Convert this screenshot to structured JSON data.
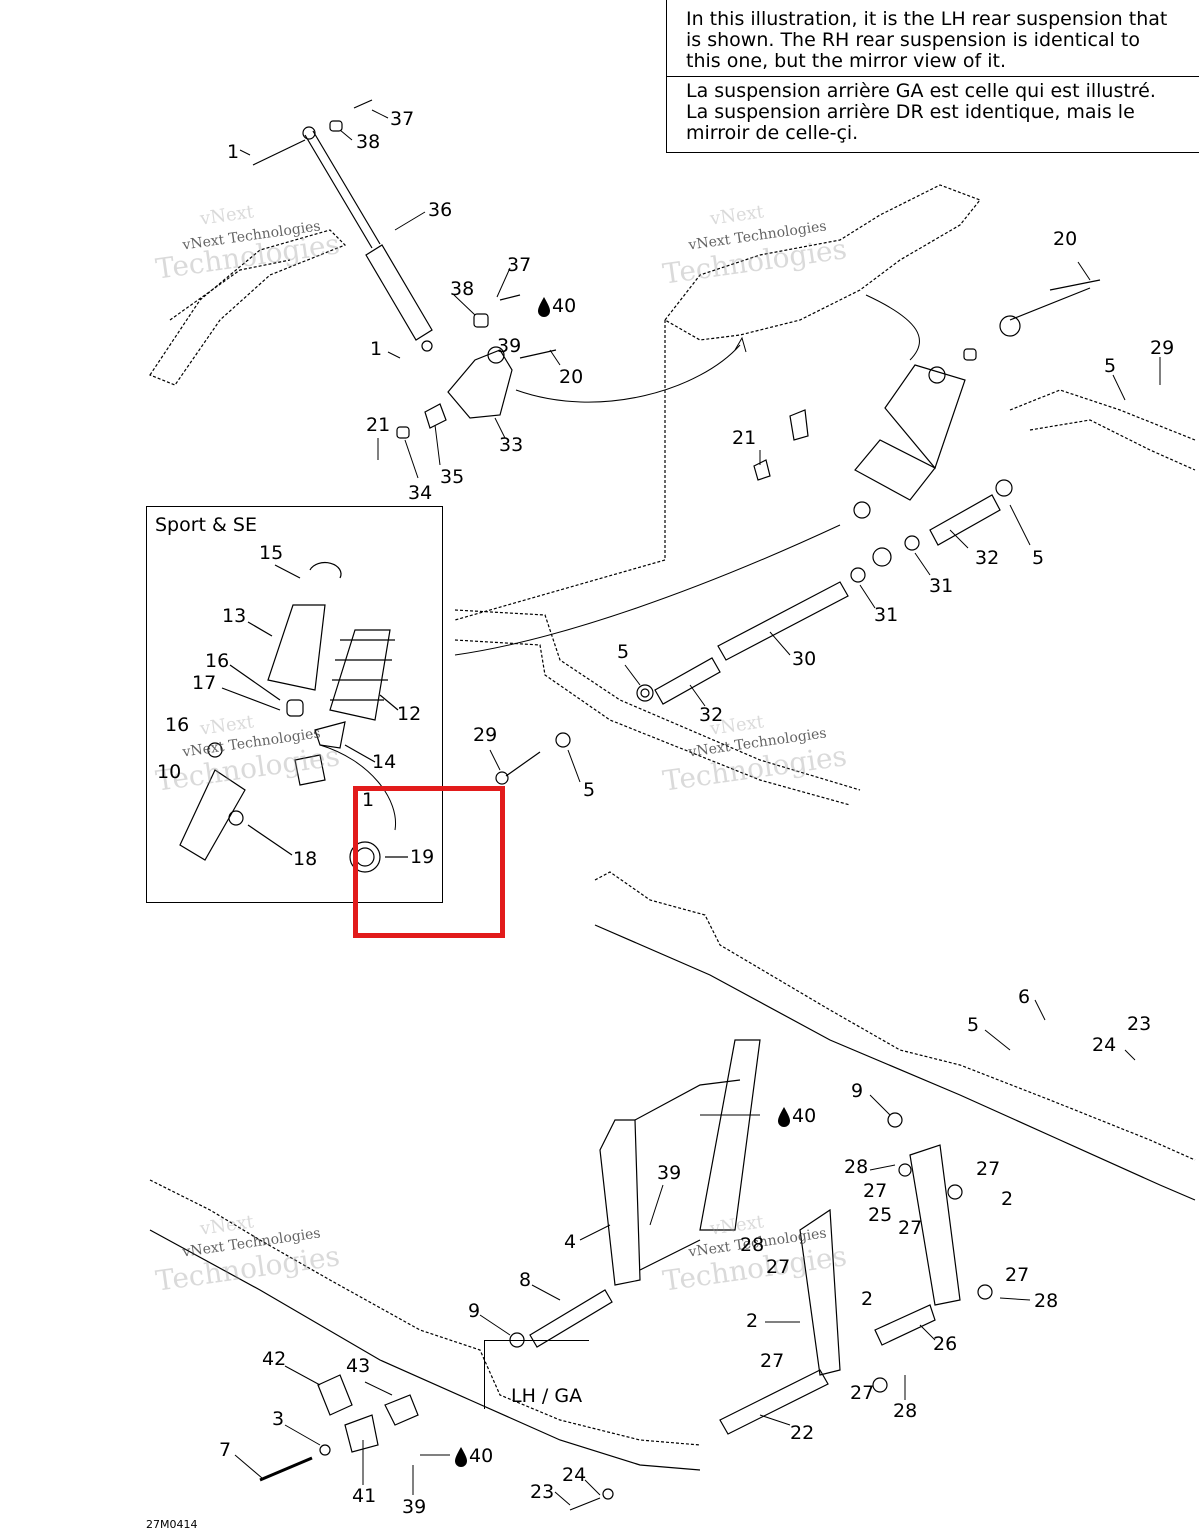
{
  "note": {
    "english": "In this illustration, it is the LH rear suspension that\nis shown. The RH rear suspension is identical to\nthis one, but the mirror view of it.",
    "french": "La suspension arrière GA est celle qui est illustré.\nLa suspension arrière DR est identique, mais le\nmirroir de celle-çi."
  },
  "inset": {
    "title": "Sport & SE",
    "lh_ga": "LH / GA"
  },
  "watermark": {
    "line1": "vNext",
    "line2": "vNext Technologies",
    "line3": "Technologies"
  },
  "reference_code": "27M0414",
  "callouts": [
    {
      "id": "c37a",
      "text": "37"
    },
    {
      "id": "c38a",
      "text": "38"
    },
    {
      "id": "c1a",
      "text": "1"
    },
    {
      "id": "c36",
      "text": "36"
    },
    {
      "id": "c37b",
      "text": "37"
    },
    {
      "id": "c38b",
      "text": "38"
    },
    {
      "id": "c40a",
      "text": "40"
    },
    {
      "id": "c1b",
      "text": "1"
    },
    {
      "id": "c39a",
      "text": "39"
    },
    {
      "id": "c20a",
      "text": "20"
    },
    {
      "id": "c21a",
      "text": "21"
    },
    {
      "id": "c33",
      "text": "33"
    },
    {
      "id": "c35",
      "text": "35"
    },
    {
      "id": "c34",
      "text": "34"
    },
    {
      "id": "c20b",
      "text": "20"
    },
    {
      "id": "c29a",
      "text": "29"
    },
    {
      "id": "c5a",
      "text": "5"
    },
    {
      "id": "c21b",
      "text": "21"
    },
    {
      "id": "c32a",
      "text": "32"
    },
    {
      "id": "c5b",
      "text": "5"
    },
    {
      "id": "c31a",
      "text": "31"
    },
    {
      "id": "c31b",
      "text": "31"
    },
    {
      "id": "c30",
      "text": "30"
    },
    {
      "id": "c5c",
      "text": "5"
    },
    {
      "id": "c32b",
      "text": "32"
    },
    {
      "id": "c29b",
      "text": "29"
    },
    {
      "id": "c5d",
      "text": "5"
    },
    {
      "id": "c15",
      "text": "15"
    },
    {
      "id": "c13",
      "text": "13"
    },
    {
      "id": "c16a",
      "text": "16"
    },
    {
      "id": "c17",
      "text": "17"
    },
    {
      "id": "c12",
      "text": "12"
    },
    {
      "id": "c16b",
      "text": "16"
    },
    {
      "id": "c14",
      "text": "14"
    },
    {
      "id": "c10",
      "text": "10"
    },
    {
      "id": "c11",
      "text": "1"
    },
    {
      "id": "c18",
      "text": "18"
    },
    {
      "id": "c19",
      "text": "19"
    },
    {
      "id": "c6",
      "text": "6"
    },
    {
      "id": "c5e",
      "text": "5"
    },
    {
      "id": "c23a",
      "text": "23"
    },
    {
      "id": "c24a",
      "text": "24"
    },
    {
      "id": "c9a",
      "text": "9"
    },
    {
      "id": "c40b",
      "text": "40"
    },
    {
      "id": "c28a",
      "text": "28"
    },
    {
      "id": "c27a",
      "text": "27"
    },
    {
      "id": "c27b",
      "text": "27"
    },
    {
      "id": "c2a",
      "text": "2"
    },
    {
      "id": "c39b",
      "text": "39"
    },
    {
      "id": "c25",
      "text": "25"
    },
    {
      "id": "c27c",
      "text": "27"
    },
    {
      "id": "c28b",
      "text": "28"
    },
    {
      "id": "c4",
      "text": "4"
    },
    {
      "id": "c27d",
      "text": "27"
    },
    {
      "id": "c2b",
      "text": "2"
    },
    {
      "id": "c27e",
      "text": "27"
    },
    {
      "id": "c28c",
      "text": "28"
    },
    {
      "id": "c8",
      "text": "8"
    },
    {
      "id": "c9b",
      "text": "9"
    },
    {
      "id": "c2c",
      "text": "2"
    },
    {
      "id": "c26",
      "text": "26"
    },
    {
      "id": "c27f",
      "text": "27"
    },
    {
      "id": "c27g",
      "text": "27"
    },
    {
      "id": "c28d",
      "text": "28"
    },
    {
      "id": "c42",
      "text": "42"
    },
    {
      "id": "c43",
      "text": "43"
    },
    {
      "id": "c3",
      "text": "3"
    },
    {
      "id": "c7",
      "text": "7"
    },
    {
      "id": "c22",
      "text": "22"
    },
    {
      "id": "c40c",
      "text": "40"
    },
    {
      "id": "c41",
      "text": "41"
    },
    {
      "id": "c24b",
      "text": "24"
    },
    {
      "id": "c23b",
      "text": "23"
    },
    {
      "id": "c39c",
      "text": "39"
    }
  ]
}
